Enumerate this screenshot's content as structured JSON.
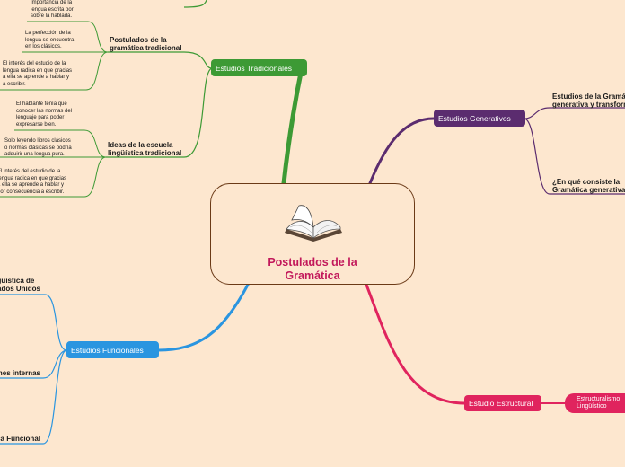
{
  "central": {
    "title": "Postulados de la\nGramática",
    "icon": "open-book-icon"
  },
  "colors": {
    "background": "#fde7cf",
    "traditional": "#3d9a35",
    "generative": "#5b2c6f",
    "functional": "#2a95e0",
    "structural": "#e0245e",
    "central_title": "#c2185b"
  },
  "branches": {
    "traditional": {
      "label": "Estudios Tradicionales",
      "subtopics": [
        {
          "title": "Postulados de la\ngramática tradicional",
          "notes": [
            "Importancia de la\nlengua escrita por\nsobre la hablada.",
            "La perfección de la\nlengua se encuentra\nen los clásicos.",
            "El interés del estudio de la\nlengua radica en que gracias\na ella se aprende a hablar y\na escribir."
          ]
        },
        {
          "title": "Ideas de la escuela\nlingüística tradicional",
          "notes": [
            "El hablante tenía que\nconocer las normas del\nlenguaje para poder\nexpresarse bien.",
            "Solo leyendo libros clásicos\no normas clásicas se podría\nadquirir una lengua pura.",
            "El interés del estudio de la\nlengua radica en que gracias\na ella se aprende a hablar y\npor consecuencia a escribir."
          ]
        }
      ]
    },
    "generative": {
      "label": "Estudios Generativos",
      "subtopics": [
        "Estudios de la Gramática\ngenerativa y transformacional",
        "¿En qué consiste la\nGramática generativa?"
      ]
    },
    "functional": {
      "label": "Estudios Funcionales",
      "subtopics": [
        "Lingüística de\nEstados Unidos",
        "Relaciones internas",
        "Gramática Funcional"
      ]
    },
    "structural": {
      "label": "Estudio Estructural",
      "subtopics": [
        "Estructuralismo\nLingüístico"
      ]
    }
  }
}
